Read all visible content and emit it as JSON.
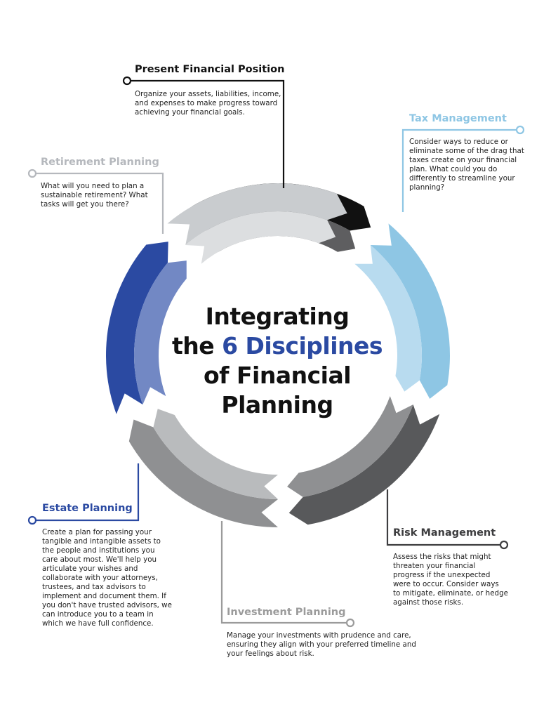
{
  "title": {
    "line1": "Integrating",
    "line2_prefix": "the ",
    "line2_accent": "6 Disciplines",
    "line3": "of Financial",
    "line4": "Planning"
  },
  "colors": {
    "accent": "#2b4aa2",
    "present": "#111111",
    "tax": "#8ec6e4",
    "risk": "#3d3d3f",
    "investment": "#9b9b9b",
    "estate": "#2b4aa2",
    "retirement": "#b5b8bd"
  },
  "disciplines": [
    {
      "id": "present",
      "heading": "Present Financial Position",
      "body": [
        "Organize your assets, liabilities, income,",
        "and expenses to make progress toward",
        "achieving your financial goals."
      ]
    },
    {
      "id": "tax",
      "heading": "Tax Management",
      "body": [
        "Consider ways to reduce or",
        "eliminate some of the drag that",
        "taxes create on your financial",
        "plan. What could you do",
        "differently to streamline your",
        "planning?"
      ]
    },
    {
      "id": "retirement",
      "heading": "Retirement Planning",
      "body": [
        "What will you need to plan a",
        "sustainable retirement? What",
        "tasks will get you there?"
      ]
    },
    {
      "id": "risk",
      "heading": "Risk Management",
      "body": [
        "Assess the risks that might",
        "threaten your financial",
        "progress if the unexpected",
        "were to occur. Consider ways",
        "to mitigate, eliminate, or hedge",
        "against those risks."
      ]
    },
    {
      "id": "estate",
      "heading": "Estate Planning",
      "body": [
        "Create a plan for passing your",
        "tangible and intangible assets to",
        "the people and institutions you",
        "care about most. We'll help you",
        "articulate your wishes and",
        "collaborate with your attorneys,",
        "trustees, and tax advisors to",
        "implement and document them. If",
        "you don't have trusted advisors, we",
        "can introduce you to a team in",
        "which we have full confidence."
      ]
    },
    {
      "id": "investment",
      "heading": "Investment Planning",
      "body": [
        "Manage your investments with prudence and care,",
        "ensuring they align with your preferred timeline and",
        "your feelings about risk."
      ]
    }
  ]
}
